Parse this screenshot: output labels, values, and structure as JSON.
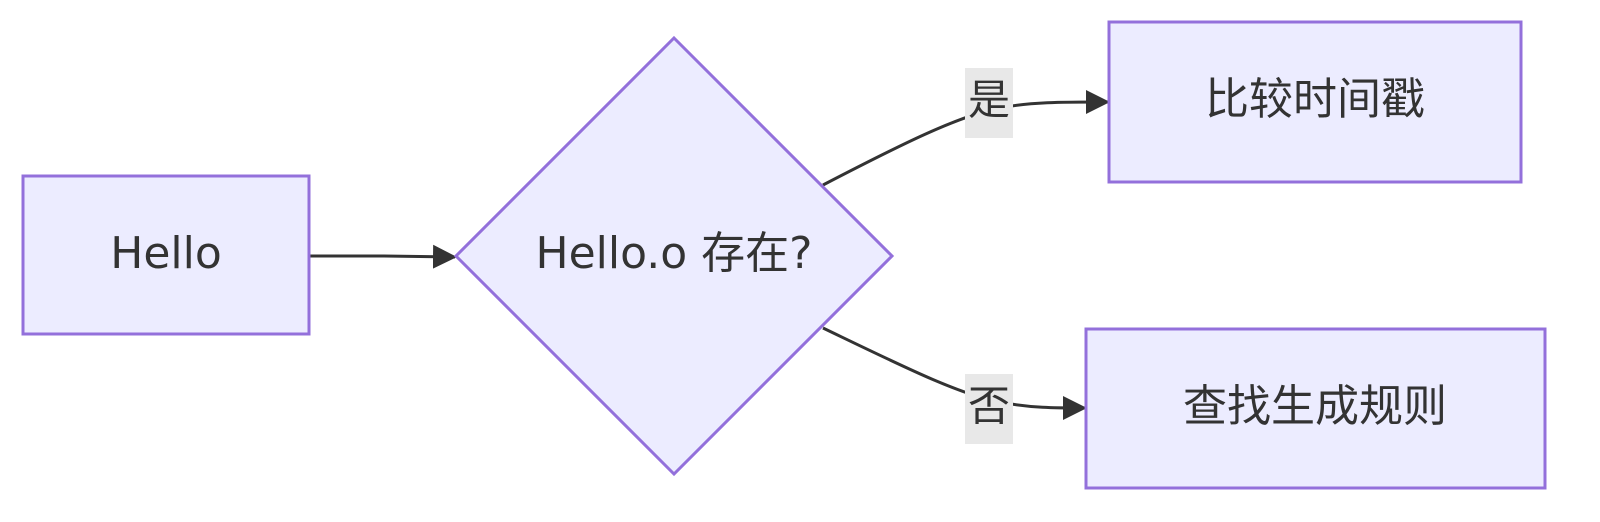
{
  "nodes": {
    "start": {
      "label": "Hello"
    },
    "decision": {
      "label": "Hello.o 存在?"
    },
    "yes_target": {
      "label": "比较时间戳"
    },
    "no_target": {
      "label": "查找生成规则"
    }
  },
  "edges": {
    "yes": {
      "label": "是"
    },
    "no": {
      "label": "否"
    }
  },
  "colors": {
    "node_fill": "#ECECFF",
    "node_stroke": "#9370DB",
    "edge": "#333333",
    "label_bg": "#E8E8E8"
  }
}
